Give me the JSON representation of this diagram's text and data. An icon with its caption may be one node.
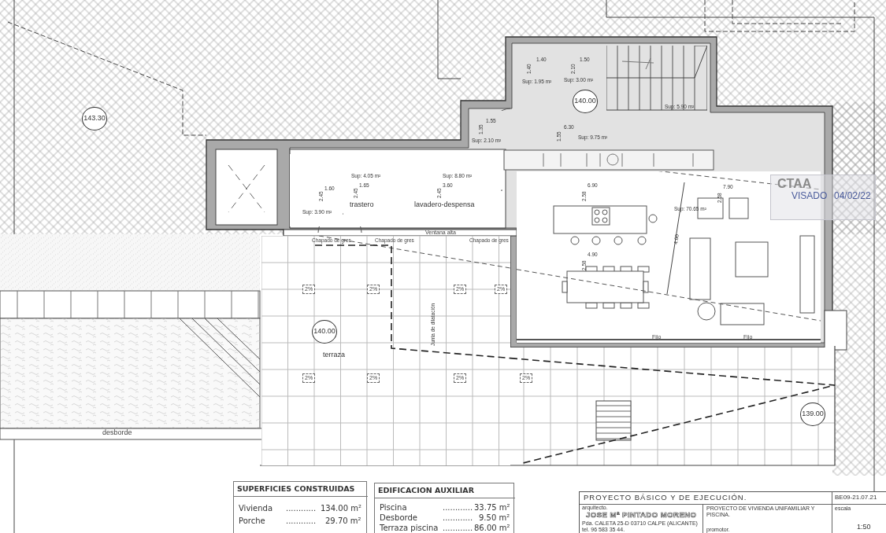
{
  "diagram": {
    "nodes": [
      {
        "text": [
          "143.30"
        ]
      },
      {
        "text": [
          "1.40",
          "1.40",
          "Sup: 1.95 m²"
        ]
      },
      {
        "text": [
          "1.50",
          "2.10",
          "Sup: 3.00 m²"
        ]
      },
      {
        "text": [
          "Sup: 5.90 m²"
        ]
      },
      {
        "text": [
          "140.00"
        ]
      },
      {
        "text": [
          "1.55",
          "1.35",
          "Sup: 2.10 m²"
        ]
      },
      {
        "text": [
          "6.30",
          "1.55",
          "Sup: 9.75 m²"
        ]
      },
      {
        "text": [
          "1.60",
          "2.45",
          "Sup: 3.90 m²"
        ]
      },
      {
        "text": [
          "Sup: 4.05 m²",
          "1.65",
          "2.45",
          "trastero"
        ]
      },
      {
        "text": [
          "Sup: 8.80 m²",
          "3.60",
          "2.45",
          "lavadero-despensa"
        ]
      },
      {
        "text": [
          "6.90",
          "2.58",
          "7.90",
          "2.58",
          "Sup: 70.65 m²",
          "4.00",
          "4.90",
          "2.58"
        ]
      },
      {
        "text": [
          "CTAA",
          "VISADO",
          "04/02/22"
        ]
      },
      {
        "text": [
          "terraza",
          "Junta de dilatación"
        ]
      },
      {
        "text": [
          "140.00"
        ],
        "in": 12
      },
      {
        "text": [
          "139.00"
        ]
      },
      {
        "text": [
          "SUPERFICIES CONSTRUIDAS",
          "Vivienda",
          "............",
          "134.00 m²",
          "Porche",
          "............",
          "29.70 m²"
        ]
      },
      {
        "text": [
          "EDIFICACION AUXILIAR",
          "Piscina",
          "............",
          "33.75 m²",
          "Desborde",
          "............",
          "9.50 m²",
          "Terraza piscina",
          "............",
          "86.00 m²"
        ]
      },
      {
        "text": [
          "PROYECTO BÁSICO Y DE EJECUCIÓN.",
          "BE09-21.07.21",
          "arquitecto.",
          "JOSE Mª PINTADO MORENO",
          "Pda. CALETA 25-D 03710 CALPE (ALICANTE) tel. 96 583 35 44.",
          "PROYECTO DE VIVIENDA UNIFAMILIAR Y PISCINA.",
          "promotor.",
          "escala",
          "1:50"
        ]
      }
    ],
    "labels": [
      "Ventana alta",
      "Chapado de gres",
      "Chapado de gres",
      "Chapado de gres",
      "2%",
      "2%",
      "2%",
      "2%",
      "Fijo",
      "Fijo",
      "2%",
      "2%",
      "2%",
      "2%",
      "desborde"
    ]
  }
}
